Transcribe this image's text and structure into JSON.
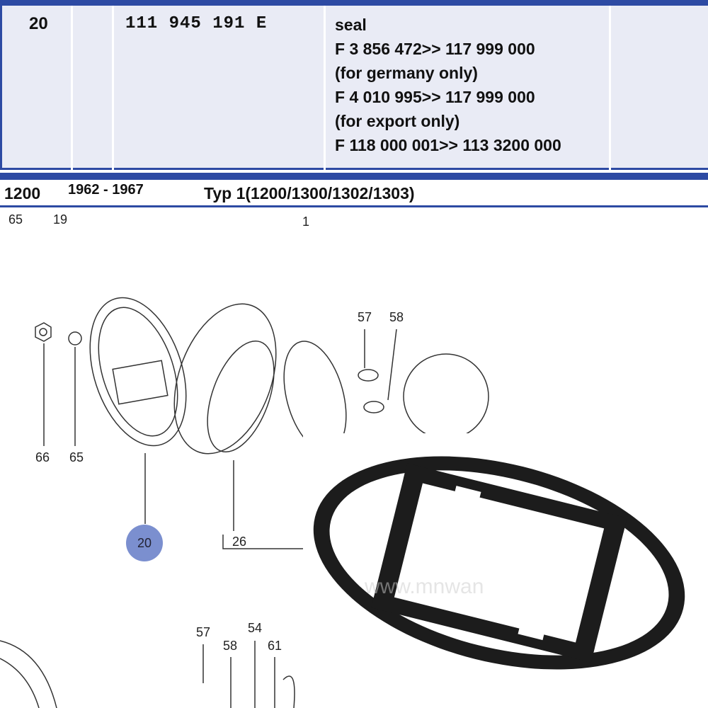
{
  "table": {
    "position": "20",
    "part_number": "111  945  191  E",
    "description_lines": [
      "seal",
      "F   3  856 472>> 117  999 000",
      "(for germany only)",
      "F   4  010 995>> 117  999 000",
      "(for export only)",
      "F 118  000 001>> 113 3200 000"
    ]
  },
  "section_header": {
    "model": "1200",
    "years": "1962 - 1967",
    "type": "Typ 1(1200/1300/1302/1303)"
  },
  "diagram": {
    "top_refs": [
      "65",
      "19",
      "1"
    ],
    "callouts": [
      "66",
      "65",
      "57",
      "58",
      "20",
      "26",
      "57",
      "58",
      "54",
      "61"
    ],
    "highlight_color": "#7b8fcf",
    "watermark": "www.mnwan"
  },
  "colors": {
    "accent": "#2d4aa3",
    "row_bg": "#e9ebf5"
  }
}
